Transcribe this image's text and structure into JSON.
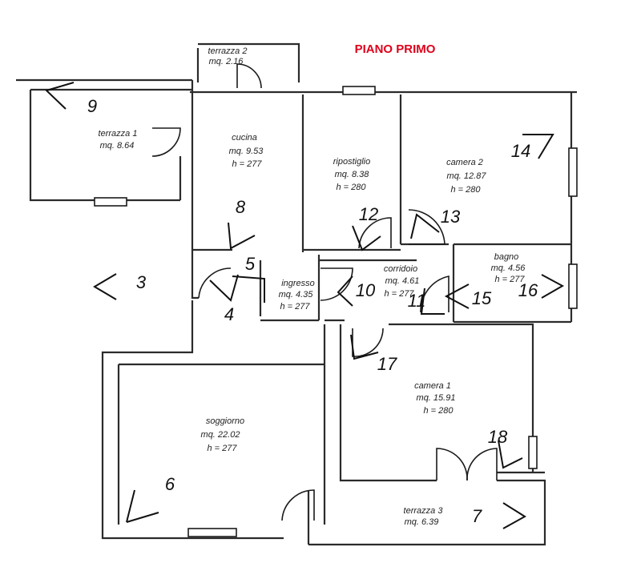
{
  "title": {
    "text": "PIANO PRIMO",
    "color": "#e0001a"
  },
  "rooms": [
    {
      "id": "terrazza-2",
      "lines": [
        "terrazza 2",
        "mq. 2.16"
      ]
    },
    {
      "id": "terrazza-1",
      "lines": [
        "terrazza 1",
        "mq. 8.64"
      ]
    },
    {
      "id": "cucina",
      "lines": [
        "cucina",
        "mq. 9.53",
        "h = 277"
      ]
    },
    {
      "id": "ripostiglio",
      "lines": [
        "ripostiglio",
        "mq. 8.38",
        "h = 280"
      ]
    },
    {
      "id": "camera-2",
      "lines": [
        "camera 2",
        "mq. 12.87",
        "h = 280"
      ]
    },
    {
      "id": "bagno",
      "lines": [
        "bagno",
        "mq. 4.56",
        "h = 277"
      ]
    },
    {
      "id": "ingresso",
      "lines": [
        "ingresso",
        "mq. 4.35",
        "h = 277"
      ]
    },
    {
      "id": "corridoio",
      "lines": [
        "corridoio",
        "mq. 4.61",
        "h = 277"
      ]
    },
    {
      "id": "soggiorno",
      "lines": [
        "soggiorno",
        "mq. 22.02",
        "h = 277"
      ]
    },
    {
      "id": "camera-1",
      "lines": [
        "camera 1",
        "mq. 15.91",
        "h = 280"
      ]
    },
    {
      "id": "terrazza-3",
      "lines": [
        "terrazza 3",
        "mq. 6.39"
      ]
    }
  ],
  "photo_markers": [
    "3",
    "4",
    "5",
    "6",
    "7",
    "8",
    "9",
    "10",
    "11",
    "12",
    "13",
    "14",
    "15",
    "16",
    "17",
    "18"
  ]
}
